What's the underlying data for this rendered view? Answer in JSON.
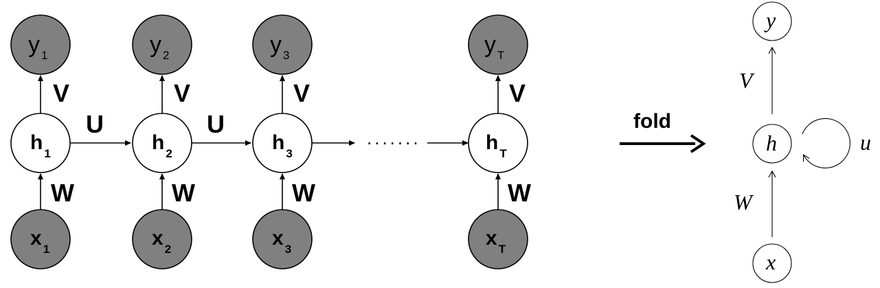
{
  "unrolled": {
    "steps": [
      {
        "h": "h",
        "h_sub": "1",
        "y": "y",
        "y_sub": "1",
        "x": "x",
        "x_sub": "1",
        "v": "V",
        "w": "W"
      },
      {
        "h": "h",
        "h_sub": "2",
        "y": "y",
        "y_sub": "2",
        "x": "x",
        "x_sub": "2",
        "v": "V",
        "w": "W"
      },
      {
        "h": "h",
        "h_sub": "3",
        "y": "y",
        "y_sub": "3",
        "x": "x",
        "x_sub": "3",
        "v": "V",
        "w": "W"
      },
      {
        "h": "h",
        "h_sub": "T",
        "y": "y",
        "y_sub": "T",
        "x": "x",
        "x_sub": "T",
        "v": "V",
        "w": "W"
      }
    ],
    "recurrent_labels": [
      "U",
      "U"
    ],
    "ellipsis": "......."
  },
  "fold_label": "fold",
  "folded": {
    "output": "y",
    "hidden": "h",
    "input": "x",
    "output_weight": "V",
    "input_weight": "W",
    "recurrent_weight": "u"
  },
  "colors": {
    "io_node_fill": "#808080",
    "hidden_node_fill": "#ffffff",
    "stroke": "#000000"
  }
}
